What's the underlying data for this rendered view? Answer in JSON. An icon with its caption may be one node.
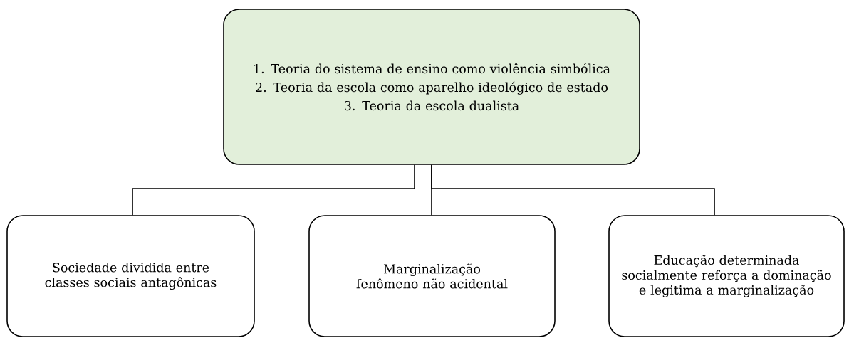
{
  "diagram": {
    "nodes": [
      {
        "text": [
          "1. Teoria do sistema de ensino como violência simbólica",
          "2. Teoria da escola como aparelho ideológico de estado",
          "3. Teoria da escola dualista"
        ]
      },
      {
        "text": [
          "Sociedade dividida entre classes sociais antagônicas"
        ]
      },
      {
        "text": [
          "Marginalização fenômeno não acidental"
        ]
      },
      {
        "text": [
          "Educação determinada socialmente reforça a dominação e legitima a marginalização"
        ]
      }
    ],
    "edges": [
      {
        "from": 0,
        "to": 1,
        "arrow": "none"
      },
      {
        "from": 0,
        "to": 2,
        "arrow": "none"
      },
      {
        "from": 0,
        "to": 3,
        "arrow": "none"
      }
    ]
  }
}
